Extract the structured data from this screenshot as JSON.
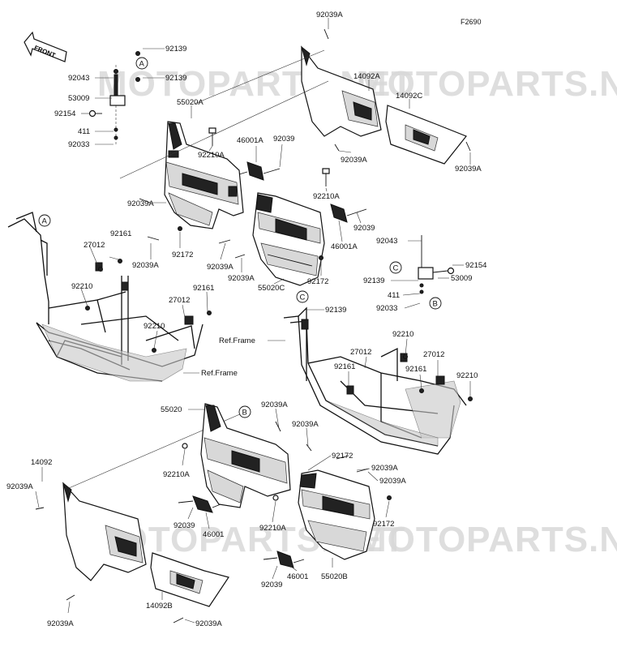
{
  "figure_code": "F2690",
  "front_arrow_label": "FRONT",
  "watermark_text": "MOTOPARTS.NET",
  "labels": {
    "l01": "92039A",
    "l02": "92139",
    "l03": "92043",
    "l04": "92139",
    "l05": "53009",
    "l06": "92154",
    "l07": "411",
    "l08": "92033",
    "l09": "55020A",
    "l10": "92210A",
    "l11": "46001A",
    "l12": "92039",
    "l13": "14092A",
    "l14": "14092C",
    "l15": "92039A",
    "l16": "92039A",
    "l17": "92210A",
    "l18": "92039A",
    "l19": "92161",
    "l20": "27012",
    "l21": "92039A",
    "l22": "92172",
    "l23": "92039",
    "l24": "46001A",
    "l25": "92039A",
    "l26": "92039A",
    "l27": "55020C",
    "l28": "92172",
    "l29": "92043",
    "l30": "92154",
    "l31": "92139",
    "l32": "53009",
    "l33": "411",
    "l34": "92033",
    "l35": "92139",
    "l36": "92210",
    "l37": "92161",
    "l38": "27012",
    "l39": "92210",
    "l40": "27012",
    "l41": "92161",
    "l42": "92210",
    "l43": "27012",
    "l44": "92161",
    "l45": "92210",
    "l46": "55020",
    "l47": "92039A",
    "l48": "92039A",
    "l49": "92210A",
    "l50": "14092",
    "l51": "92039A",
    "l52": "92172",
    "l53": "92039A",
    "l54": "92039A",
    "l55": "92039",
    "l56": "46001",
    "l57": "92210A",
    "l58": "92172",
    "l59": "92039",
    "l60": "46001",
    "l61": "55020B",
    "l62": "14092B",
    "l63": "92039A",
    "l64": "92039A"
  },
  "ref_labels": {
    "r1": "Ref.Frame",
    "r2": "Ref.Frame"
  },
  "callouts": {
    "c1": "A",
    "c2": "A",
    "c3": "C",
    "c4": "B",
    "c5": "C",
    "c6": "B"
  }
}
